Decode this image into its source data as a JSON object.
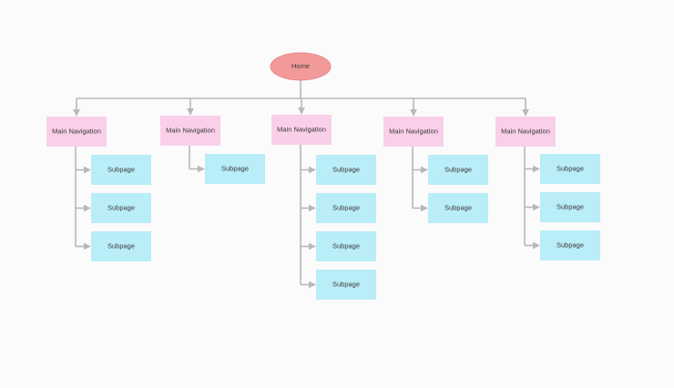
{
  "colors": {
    "background": "#fbfbfc",
    "root_fill": "#f29a9a",
    "root_stroke": "#e58a8a",
    "nav_fill": "#f9cfe9",
    "sub_fill": "#b9edf8",
    "connector": "#b8b8b8",
    "text": "#3a3a3a"
  },
  "root": {
    "label": "Home"
  },
  "branches": [
    {
      "label": "Main Navigation",
      "subpages": [
        "Subpage",
        "Subpage",
        "Subpage"
      ]
    },
    {
      "label": "Main Navigation",
      "subpages": [
        "Subpage"
      ]
    },
    {
      "label": "Main Navigation",
      "subpages": [
        "Subpage",
        "Subpage",
        "Subpage",
        "Subpage"
      ]
    },
    {
      "label": "Main Navigation",
      "subpages": [
        "Subpage",
        "Subpage"
      ]
    },
    {
      "label": "Main Navigation",
      "subpages": [
        "Subpage",
        "Subpage",
        "Subpage"
      ]
    }
  ]
}
